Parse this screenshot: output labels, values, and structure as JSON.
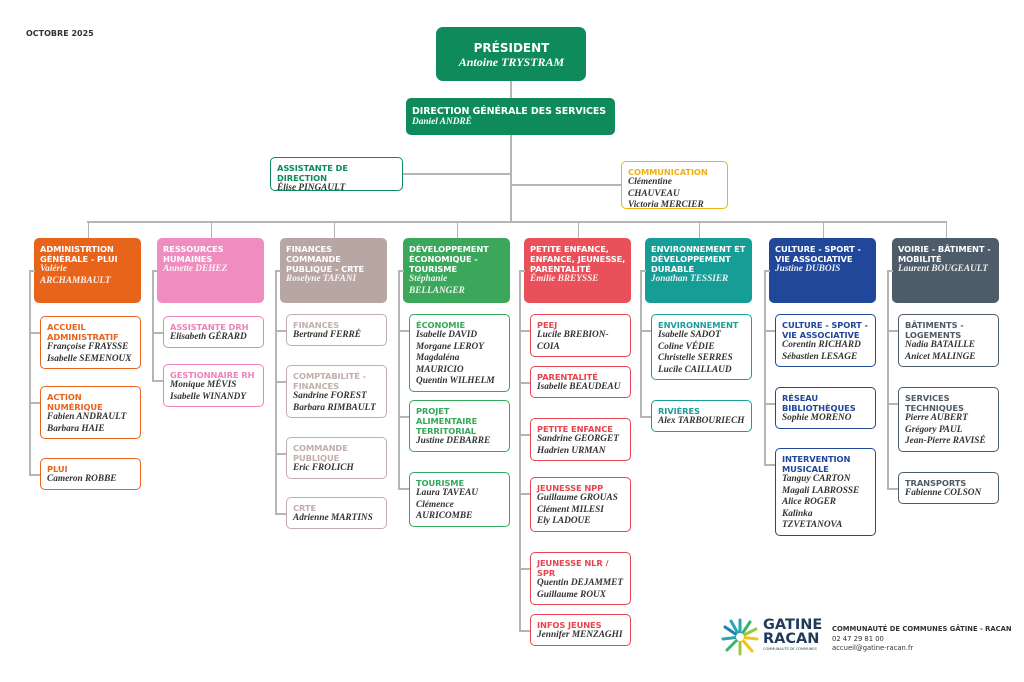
{
  "date": "OCTOBRE 2025",
  "president": {
    "title": "PRÉSIDENT",
    "name": "Antoine TRYSTRAM"
  },
  "dgs": {
    "title": "DIRECTION GÉNÉRALE DES SERVICES",
    "name": "Daniel ANDRÉ"
  },
  "assistante": {
    "title": "ASSISTANTE DE DIRECTION",
    "names": [
      "Élise PINGAULT"
    ]
  },
  "communication": {
    "title": "COMMUNICATION",
    "names": [
      "Clémentine CHAUVEAU",
      "Victoria MERCIER"
    ]
  },
  "colors": {
    "dark_green": "#0e8a5b",
    "yellow": "#f0b114"
  },
  "columns": [
    {
      "title": "ADMINISTRTION GÉNÉRALE - PLUI",
      "head": "Valérie ARCHAMBAULT",
      "color": "#e8641b",
      "sub_color": "#e8641b",
      "services": [
        {
          "title": "ACCUEIL ADMINISTRATIF",
          "names": [
            "Françoise FRAYSSE",
            "Isabelle SEMENOUX"
          ]
        },
        {
          "title": "ACTION NUMÉRIQUE",
          "names": [
            "Fabien ANDRAULT",
            "Barbara HAIE"
          ]
        },
        {
          "title": "PLUI",
          "names": [
            "Cameron ROBBE"
          ]
        }
      ]
    },
    {
      "title": "RESSOURCES HUMAINES",
      "head": "Annette DEHEZ",
      "color": "#ef8cc0",
      "sub_color": "#ee82b8",
      "services": [
        {
          "title": "ASSISTANTE DRH",
          "names": [
            "Elisabeth GÉRARD"
          ]
        },
        {
          "title": "GESTIONNAIRE RH",
          "names": [
            "Monique MÉVIS",
            "Isabelle WINANDY"
          ]
        }
      ]
    },
    {
      "title": "FINANCES COMMANDE PUBLIQUE - CRTE",
      "head": "Roselyne TAFANI",
      "color": "#b8a6a3",
      "sub_color": "#c2aeab",
      "services": [
        {
          "title": "FINANCES",
          "names": [
            "Bertrand FERRÉ"
          ]
        },
        {
          "title": "COMPTABILITÉ - FINANCES",
          "names": [
            "Sandrine FOREST",
            "Barbara RIMBAULT"
          ]
        },
        {
          "title": "COMMANDE PUBLIQUE",
          "names": [
            "Eric FROLICH"
          ]
        },
        {
          "title": "CRTE",
          "names": [
            "Adrienne MARTINS"
          ]
        }
      ]
    },
    {
      "title": "DÉVELOPPEMENT ÉCONOMIQUE - TOURISME",
      "head": "Stéphanie BELLANGER",
      "color": "#3aa75a",
      "sub_color": "#34a95a",
      "services": [
        {
          "title": "ÉCONOMIE",
          "names": [
            "Isabelle DAVID",
            "Morgane LEROY",
            "Magdaléna MAURICIO",
            "Quentin WILHELM"
          ]
        },
        {
          "title": "PROJET ALIMENTAIRE TERRITORIAL",
          "names": [
            "Justine DEBARRE"
          ]
        },
        {
          "title": "TOURISME",
          "names": [
            "Laura TAVEAU",
            "Clémence AURICOMBE"
          ]
        }
      ]
    },
    {
      "title": "PETITE ENFANCE, ENFANCE, JEUNESSE, PARENTALITÉ",
      "head": "Émilie BREYSSE",
      "color": "#e9505a",
      "sub_color": "#e8444f",
      "services": [
        {
          "title": "PEEJ",
          "names": [
            "Lucile BREBION-COIA"
          ]
        },
        {
          "title": "PARENTALITÉ",
          "names": [
            "Isabelle BEAUDEAU"
          ]
        },
        {
          "title": "PETITE ENFANCE",
          "names": [
            "Sandrine GEORGET",
            "Hadrien URMAN"
          ]
        },
        {
          "title": "JEUNESSE NPP",
          "names": [
            "Guillaume GROUAS",
            "Clément MILESI",
            "Ely LADOUE"
          ]
        },
        {
          "title": "JEUNESSE NLR / SPR",
          "names": [
            "Quentin DEJAMMET",
            "Guillaume ROUX"
          ]
        },
        {
          "title": "INFOS JEUNES",
          "names": [
            "Jennifer MENZAGHI"
          ]
        }
      ]
    },
    {
      "title": "ENVIRONNEMENT ET DÉVELOPPEMENT DURABLE",
      "head": "Jonathan TESSIER",
      "color": "#169d96",
      "sub_color": "#1a9f98",
      "services": [
        {
          "title": "ENVIRONNEMENT",
          "names": [
            "Isabelle SADOT",
            "Coline VÉDIE",
            "Christelle SERRES",
            "Lucile CAILLAUD"
          ]
        },
        {
          "title": "RIVIÈRES",
          "names": [
            "Alex TARBOURIECH"
          ]
        }
      ]
    },
    {
      "title": "CULTURE - SPORT - VIE ASSOCIATIVE",
      "head": "Justine DUBOIS",
      "color": "#21479b",
      "sub_color": "#21479b",
      "services": [
        {
          "title": "CULTURE - SPORT - VIE ASSOCIATIVE",
          "names": [
            "Corentin RICHARD",
            "Sébastien LESAGE"
          ]
        },
        {
          "title": "RÉSEAU BIBLIOTHÈQUES",
          "names": [
            "Sophie MORENO"
          ]
        },
        {
          "title": "INTERVENTION MUSICALE",
          "names": [
            "Tanguy CARTON",
            "Magali LABROSSE",
            "Alice ROGER",
            "Kalinka TZVETANOVA"
          ]
        }
      ]
    },
    {
      "title": "VOIRIE - BÂTIMENT - MOBILITÉ",
      "head": "Laurent BOUGEAULT",
      "color": "#4d5c68",
      "sub_color": "#4d5c68",
      "services": [
        {
          "title": "BÂTIMENTS - LOGEMENTS",
          "names": [
            "Nadia BATAILLE",
            "Anicet MALINGE"
          ]
        },
        {
          "title": "SERVICES TECHNIQUES",
          "names": [
            "Pierre AUBERT",
            "Grégory PAUL",
            "Jean-Pierre RAVISÉ"
          ]
        },
        {
          "title": "TRANSPORTS",
          "names": [
            "Fabienne COLSON"
          ]
        }
      ]
    }
  ],
  "footer": {
    "logo_line1": "GATINE",
    "logo_line2": "RACAN",
    "logo_tagline": "COMMUNAUTÉ DE COMMUNES",
    "org": "COMMUNAUTÉ DE COMMUNES GÂTINE - RACAN",
    "phone": "02 47 29 81 00",
    "email": "accueil@gatine-racan.fr"
  }
}
